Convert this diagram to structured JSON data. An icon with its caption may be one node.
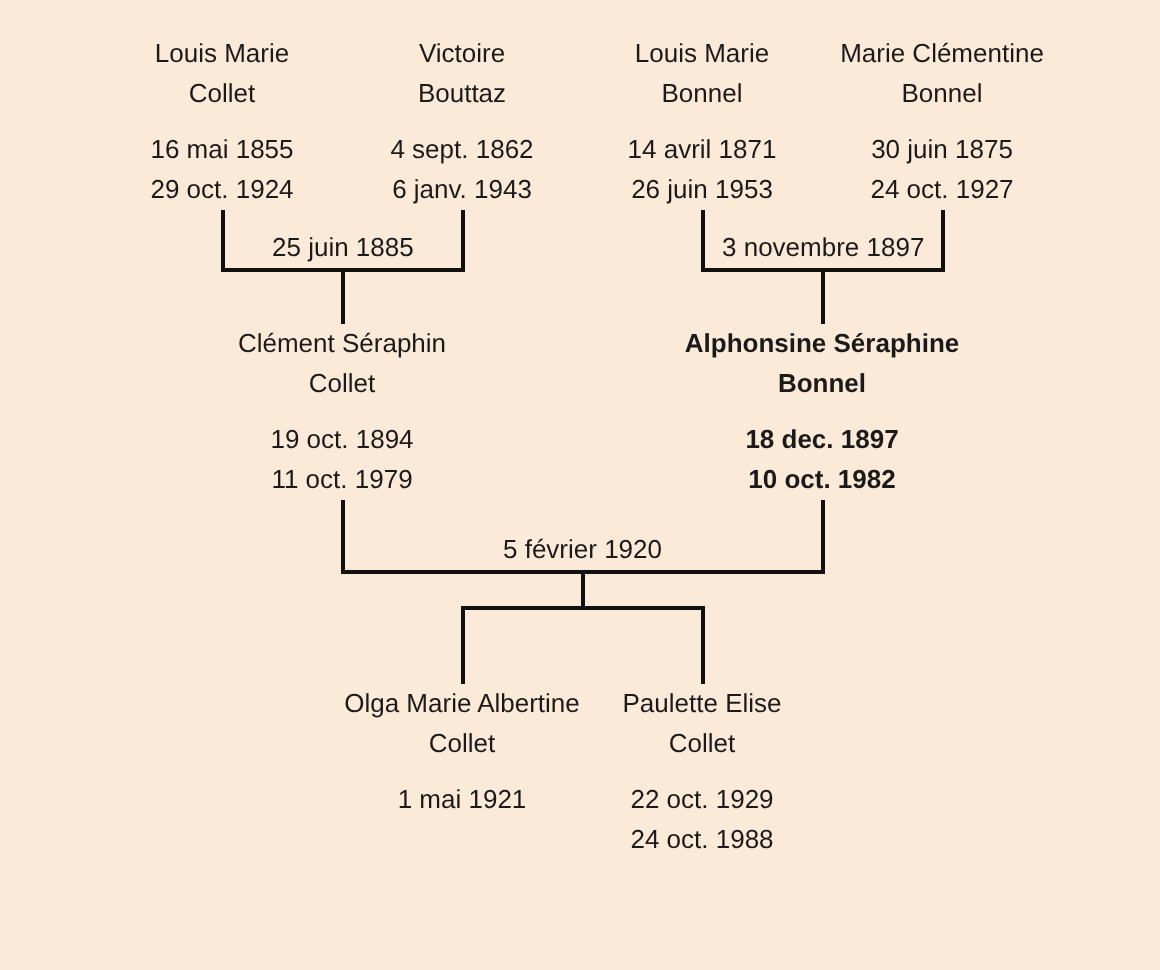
{
  "diagram": {
    "nodes": [
      {
        "text": [
          "Louis Marie Collet",
          "16 mai 1855",
          "29 oct. 1924"
        ]
      },
      {
        "text": [
          "Victoire Bouttaz",
          "4 sept. 1862",
          "6 janv. 1943"
        ]
      },
      {
        "text": [
          "Louis Marie Bonnel",
          "14 avril 1871",
          "26 juin 1953"
        ]
      },
      {
        "text": [
          "Marie Clémentine Bonnel",
          "30 juin 1875",
          "24 oct. 1927"
        ]
      },
      {
        "text": [
          "Clément Séraphin Collet",
          "19 oct. 1894",
          "11 oct. 1979"
        ]
      },
      {
        "text": [
          "Alphonsine Séraphine Bonnel",
          "18 dec. 1897",
          "10 oct. 1982"
        ]
      },
      {
        "text": [
          "Olga Marie Albertine Collet",
          "1 mai 1921"
        ]
      },
      {
        "text": [
          "Paulette Elise Collet",
          "22 oct. 1929",
          "24 oct. 1988"
        ]
      }
    ],
    "edges": [
      {
        "from": 0,
        "to": 4,
        "arrow": "none",
        "label": "25 juin 1885"
      },
      {
        "from": 1,
        "to": 4,
        "arrow": "none"
      },
      {
        "from": 2,
        "to": 5,
        "arrow": "none",
        "label": "3 novembre 1897"
      },
      {
        "from": 3,
        "to": 5,
        "arrow": "none"
      },
      {
        "from": 4,
        "to": 6,
        "arrow": "none",
        "label": "5 février 1920"
      },
      {
        "from": 4,
        "to": 7,
        "arrow": "none"
      },
      {
        "from": 5,
        "to": 6,
        "arrow": "none"
      },
      {
        "from": 5,
        "to": 7,
        "arrow": "none"
      }
    ]
  }
}
